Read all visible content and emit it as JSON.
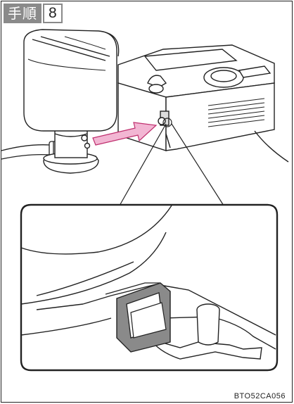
{
  "step": {
    "label": "手順",
    "number": "8"
  },
  "figure_code": "BTO52CA056",
  "colors": {
    "arrow": "#f2b6d3",
    "arrow_edge": "#c0306f",
    "header_bg": "#8a8a8a",
    "switch_highlight": "#8a8a8a"
  },
  "icons": {
    "arrow": "pink-arrow-icon"
  }
}
